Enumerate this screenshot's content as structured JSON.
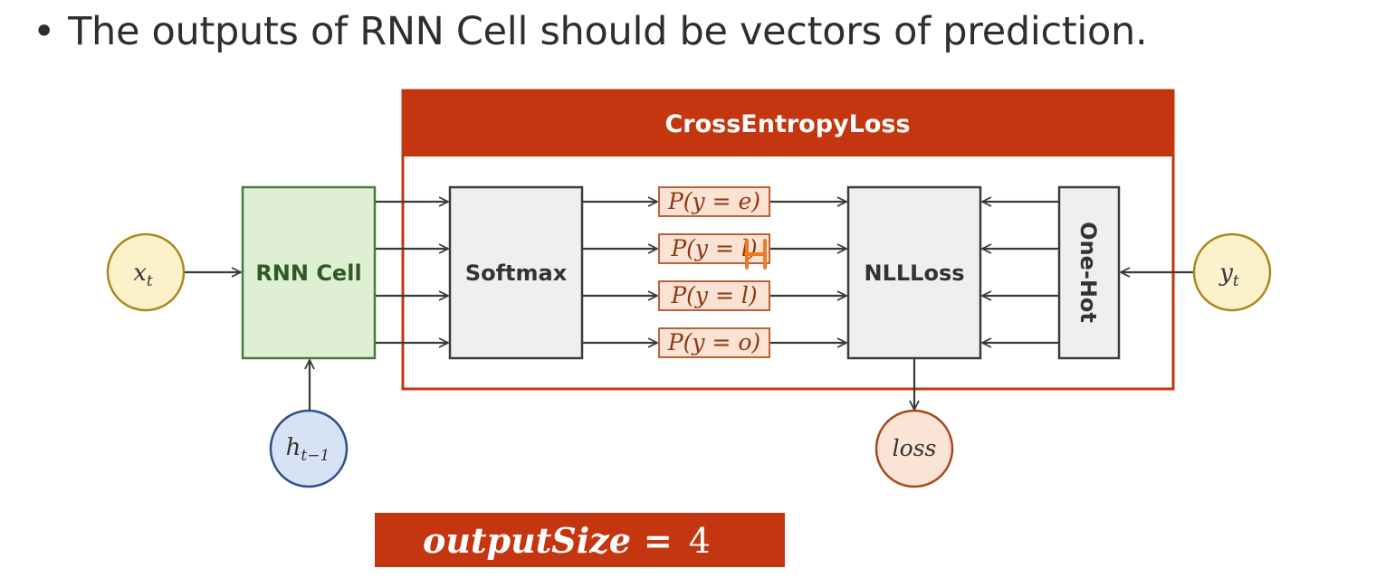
{
  "slide": {
    "bullet_symbol": "•",
    "bullet_text": "The outputs of RNN Cell should be vectors of prediction."
  },
  "diagram": {
    "container_title": "CrossEntropyLoss",
    "rnn_cell_label": "RNN Cell",
    "softmax_label": "Softmax",
    "nllloss_label": "NLLLoss",
    "onehot_label": "One-Hot",
    "input_node": "x",
    "input_node_sub": "t",
    "hidden_node": "h",
    "hidden_node_sub": "t−1",
    "target_node": "y",
    "target_node_sub": "t",
    "loss_node": "loss",
    "probabilities": [
      "P(y = e)",
      "P(y = l)",
      "P(y = l)",
      "P(y = o)"
    ],
    "output_size_label": "outputSize",
    "output_size_equals": "=",
    "output_size_value": "4"
  },
  "colors": {
    "accent_red": "#c4360f",
    "rnn_fill": "#deefd4",
    "rnn_stroke": "#4a7a3a",
    "gray_fill": "#efefef",
    "prob_fill": "#fbe2d3",
    "prob_stroke": "#b0532a",
    "yellow_fill": "#fdf1cc",
    "yellow_stroke": "#a88a1e",
    "blue_fill": "#d7e3f5",
    "blue_stroke": "#2f4f8a",
    "loss_fill": "#fbe3d5",
    "loss_stroke": "#a44a1e"
  },
  "icons": [
    "annotation-cursor-icon"
  ]
}
